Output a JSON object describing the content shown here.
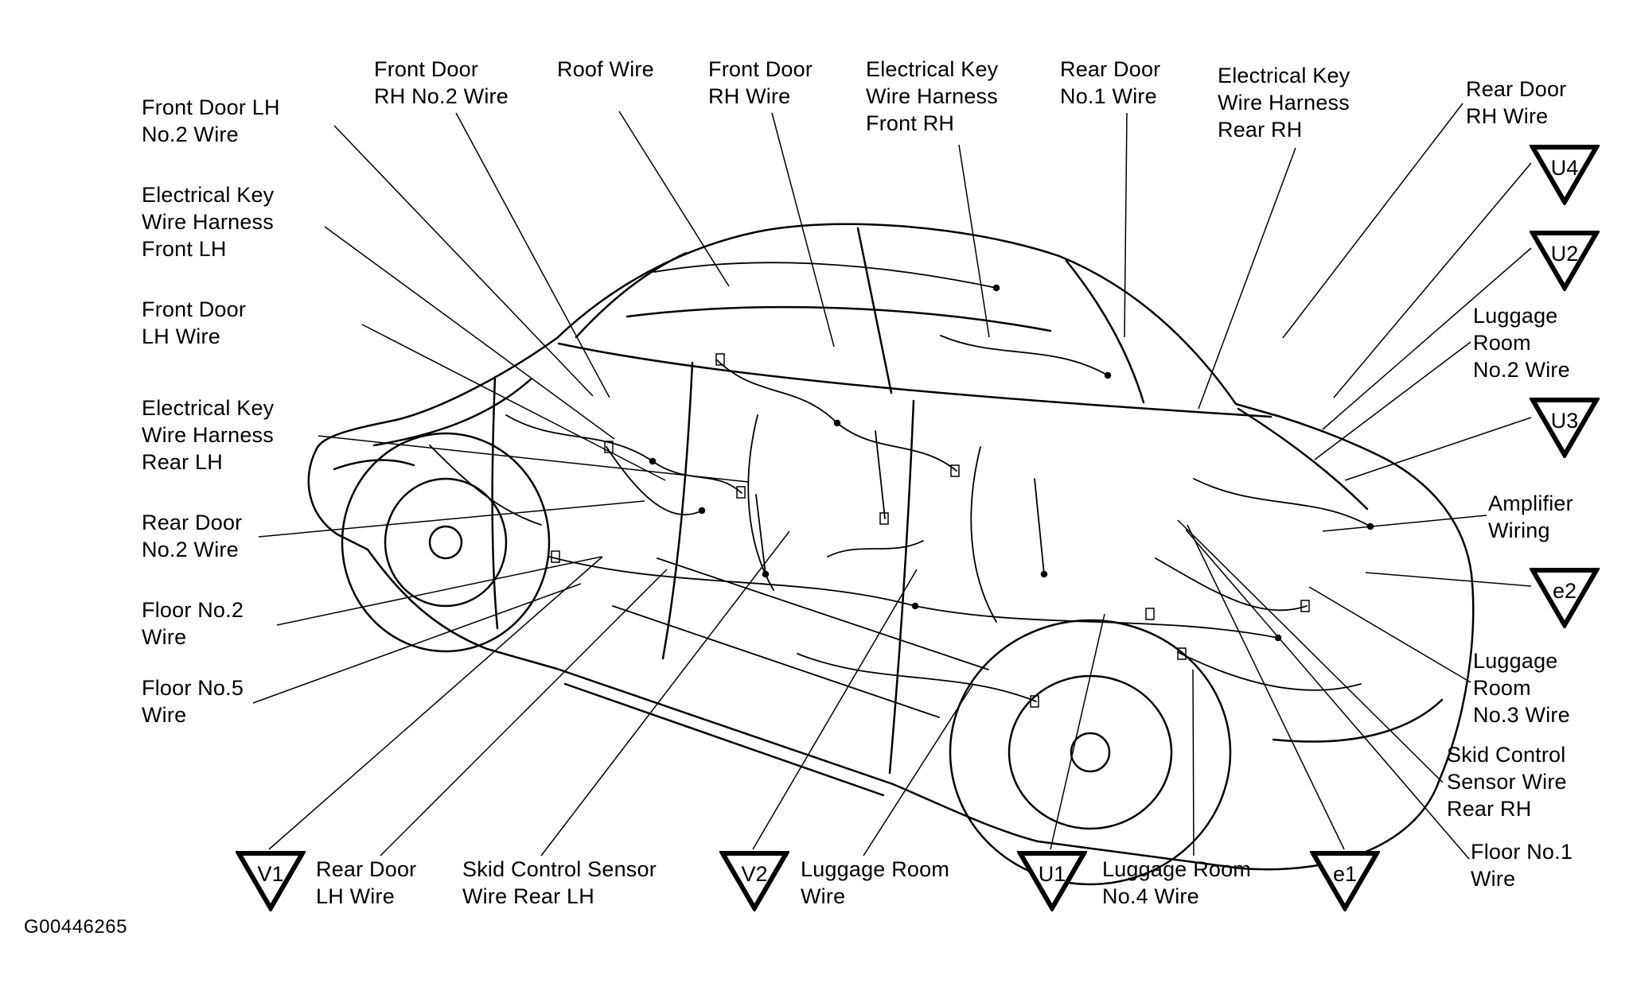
{
  "figure_id": "G00446265",
  "labels": {
    "left": [
      "Front Door LH\nNo.2 Wire",
      "Electrical Key\nWire Harness\nFront LH",
      "Front Door\nLH Wire",
      "Electrical Key\nWire Harness\nRear LH",
      "Rear Door\nNo.2 Wire",
      "Floor No.2\nWire",
      "Floor No.5\nWire"
    ],
    "top": [
      "Front Door\nRH No.2 Wire",
      "Roof Wire",
      "Front Door\nRH Wire",
      "Electrical Key\nWire Harness\nFront RH",
      "Rear Door\nNo.1 Wire",
      "Electrical Key\nWire Harness\nRear RH",
      "Rear Door\nRH Wire"
    ],
    "right": [
      "Luggage\nRoom\nNo.2 Wire",
      "Amplifier\nWiring",
      "Luggage\nRoom\nNo.3 Wire",
      "Skid Control\nSensor Wire\nRear RH",
      "Floor No.1\nWire"
    ],
    "bottom": [
      "Rear Door\nLH Wire",
      "Skid Control Sensor\nWire Rear LH",
      "Luggage Room\nWire",
      "Luggage Room\nNo.4 Wire"
    ]
  },
  "connectors": {
    "u4": "U4",
    "u2": "U2",
    "u3": "U3",
    "e2": "e2",
    "v1": "V1",
    "v2": "V2",
    "u1": "U1",
    "e1": "e1"
  }
}
